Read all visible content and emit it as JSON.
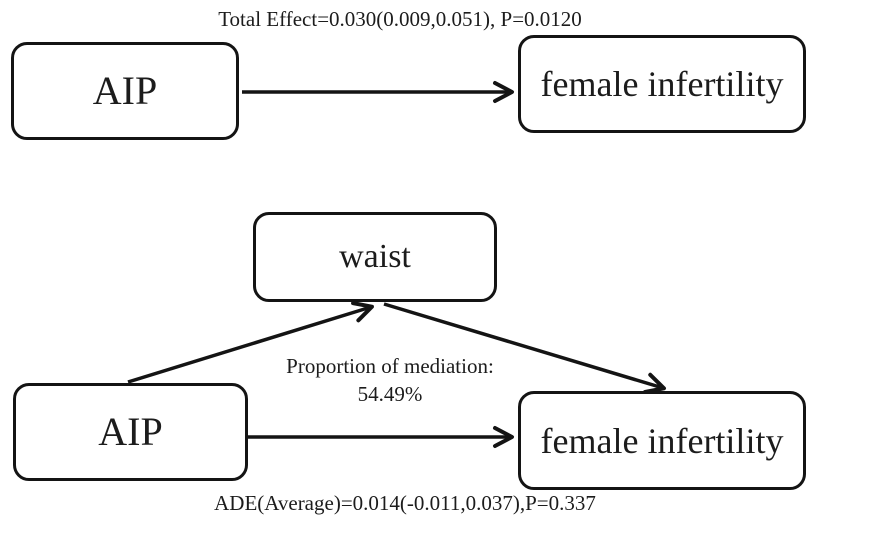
{
  "figure": {
    "type": "mediation-path-diagram",
    "colors": {
      "background": "#ffffff",
      "line": "#141414",
      "text": "#1c1c1c"
    },
    "total_effect_model": {
      "effect_label": "Total Effect=0.030(0.009,0.051), P=0.0120",
      "exposure": "AIP",
      "outcome": "female infertility"
    },
    "mediation_model": {
      "mediator": "waist",
      "exposure": "AIP",
      "outcome": "female infertility",
      "proportion_title": "Proportion of mediation:",
      "proportion_value": "54.49%",
      "ade_label": "ADE(Average)=0.014(-0.011,0.037),P=0.337"
    }
  }
}
